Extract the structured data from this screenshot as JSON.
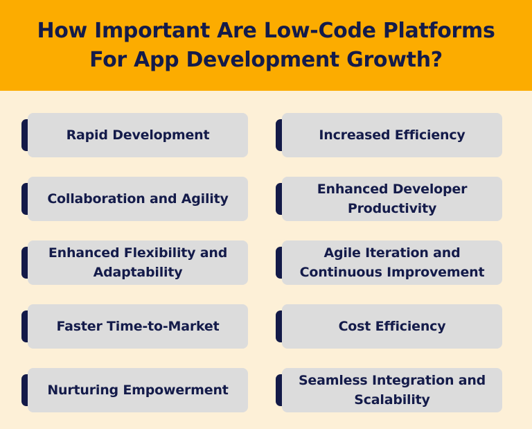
{
  "header": {
    "title_line1": "How Important Are Low-Code Platforms",
    "title_line2": "For App Development Growth?"
  },
  "colors": {
    "header_bg": "#fcac00",
    "page_bg": "#fdf0d7",
    "card_bg": "#dcdcdc",
    "accent_navy": "#131a48"
  },
  "items": [
    {
      "label": "Rapid Development"
    },
    {
      "label": "Increased Efficiency"
    },
    {
      "label": "Collaboration and Agility"
    },
    {
      "label": "Enhanced Developer Productivity"
    },
    {
      "label": "Enhanced Flexibility and Adaptability"
    },
    {
      "label": "Agile Iteration and Continuous Improvement"
    },
    {
      "label": "Faster Time-to-Market"
    },
    {
      "label": "Cost Efficiency"
    },
    {
      "label": "Nurturing Empowerment"
    },
    {
      "label": "Seamless Integration and Scalability"
    }
  ]
}
